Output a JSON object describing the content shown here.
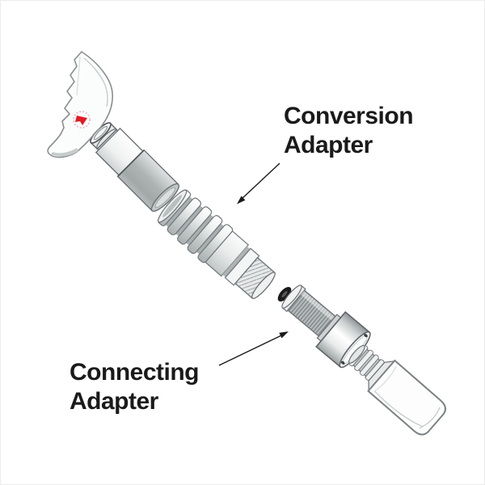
{
  "diagram": {
    "labels": {
      "conversion": {
        "line1": "Conversion",
        "line2": "Adapter"
      },
      "connecting": {
        "line1": "Connecting",
        "line2": "Adapter"
      }
    },
    "parts": [
      {
        "name": "power-tool-head"
      },
      {
        "name": "collar-ring"
      },
      {
        "name": "drive-shaft"
      },
      {
        "name": "conversion-adapter"
      },
      {
        "name": "o-ring"
      },
      {
        "name": "connecting-adapter"
      },
      {
        "name": "accessory-canister"
      }
    ],
    "colors": {
      "background": "#ffffff",
      "outline": "#6a6f73",
      "metal_light": "#f2f3f3",
      "metal_mid": "#c6cbcb",
      "metal_dark": "#9aa0a0",
      "o_ring": "#1b1b1b",
      "logo_red": "#e01b24",
      "text": "#1a1a1a"
    }
  }
}
